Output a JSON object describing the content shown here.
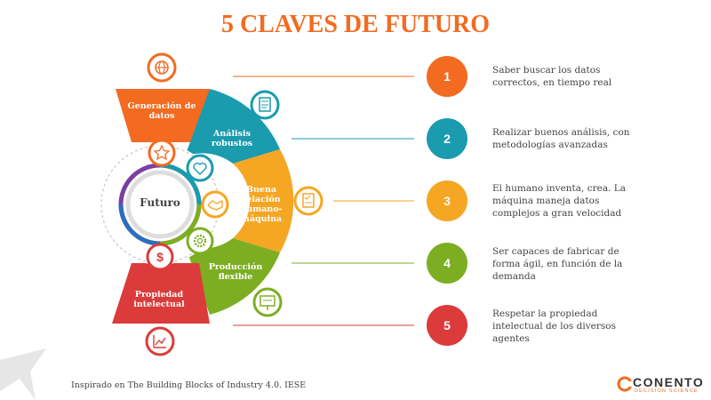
{
  "title": "5 CLAVES DE FUTURO",
  "center_label": "Futuro",
  "segments": [
    {
      "label": "Generación de datos",
      "color": "#F26B21"
    },
    {
      "label": "Análisis robustos",
      "color": "#1A9BAE"
    },
    {
      "label": "Buena relación humano-máquina",
      "color": "#F5A623"
    },
    {
      "label": "Producción flexible",
      "color": "#7DAE22"
    },
    {
      "label": "Propiedad intelectual",
      "color": "#DC3B3B"
    }
  ],
  "keys": [
    {
      "number": "1",
      "text": "Saber buscar los datos correctos, en tiempo real",
      "color": "#F26B21"
    },
    {
      "number": "2",
      "text": "Realizar buenos análisis, con metodologías avanzadas",
      "color": "#1A9BAE"
    },
    {
      "number": "3",
      "text": "El humano inventa, crea. La máquina maneja datos complejos a gran velocidad",
      "color": "#F5A623"
    },
    {
      "number": "4",
      "text": "Ser capaces de fabricar de forma ágil, en función de la demanda",
      "color": "#7DAE22"
    },
    {
      "number": "5",
      "text": "Respetar la propiedad intelectual de los diversos agentes",
      "color": "#DC3B3B"
    }
  ],
  "icons": [
    "globe-icon",
    "document-icon",
    "star-icon",
    "heart-icon",
    "handshake-icon",
    "checklist-icon",
    "dollar-icon",
    "gear-icon",
    "presentation-icon",
    "chart-icon"
  ],
  "footer": "Inspirado en The Building Blocks of Industry 4.0. IESE",
  "logo": {
    "brand": "CONENTO",
    "sub": "DECISION SCIENCE",
    "accent": "#F26B21"
  }
}
